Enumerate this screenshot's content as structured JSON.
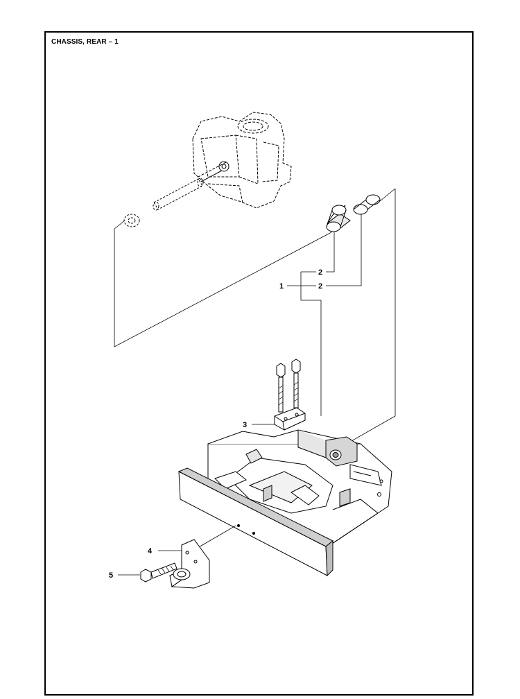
{
  "title": "CHASSIS, REAR – 1",
  "callouts": [
    {
      "id": "1",
      "label": "1"
    },
    {
      "id": "2a",
      "label": "2"
    },
    {
      "id": "2b",
      "label": "2"
    },
    {
      "id": "3",
      "label": "3"
    },
    {
      "id": "4",
      "label": "4"
    },
    {
      "id": "5",
      "label": "5"
    }
  ],
  "colors": {
    "line": "#000000",
    "part_fill": "#ffffff",
    "shade": "#cfcfcf",
    "background": "#ffffff"
  }
}
